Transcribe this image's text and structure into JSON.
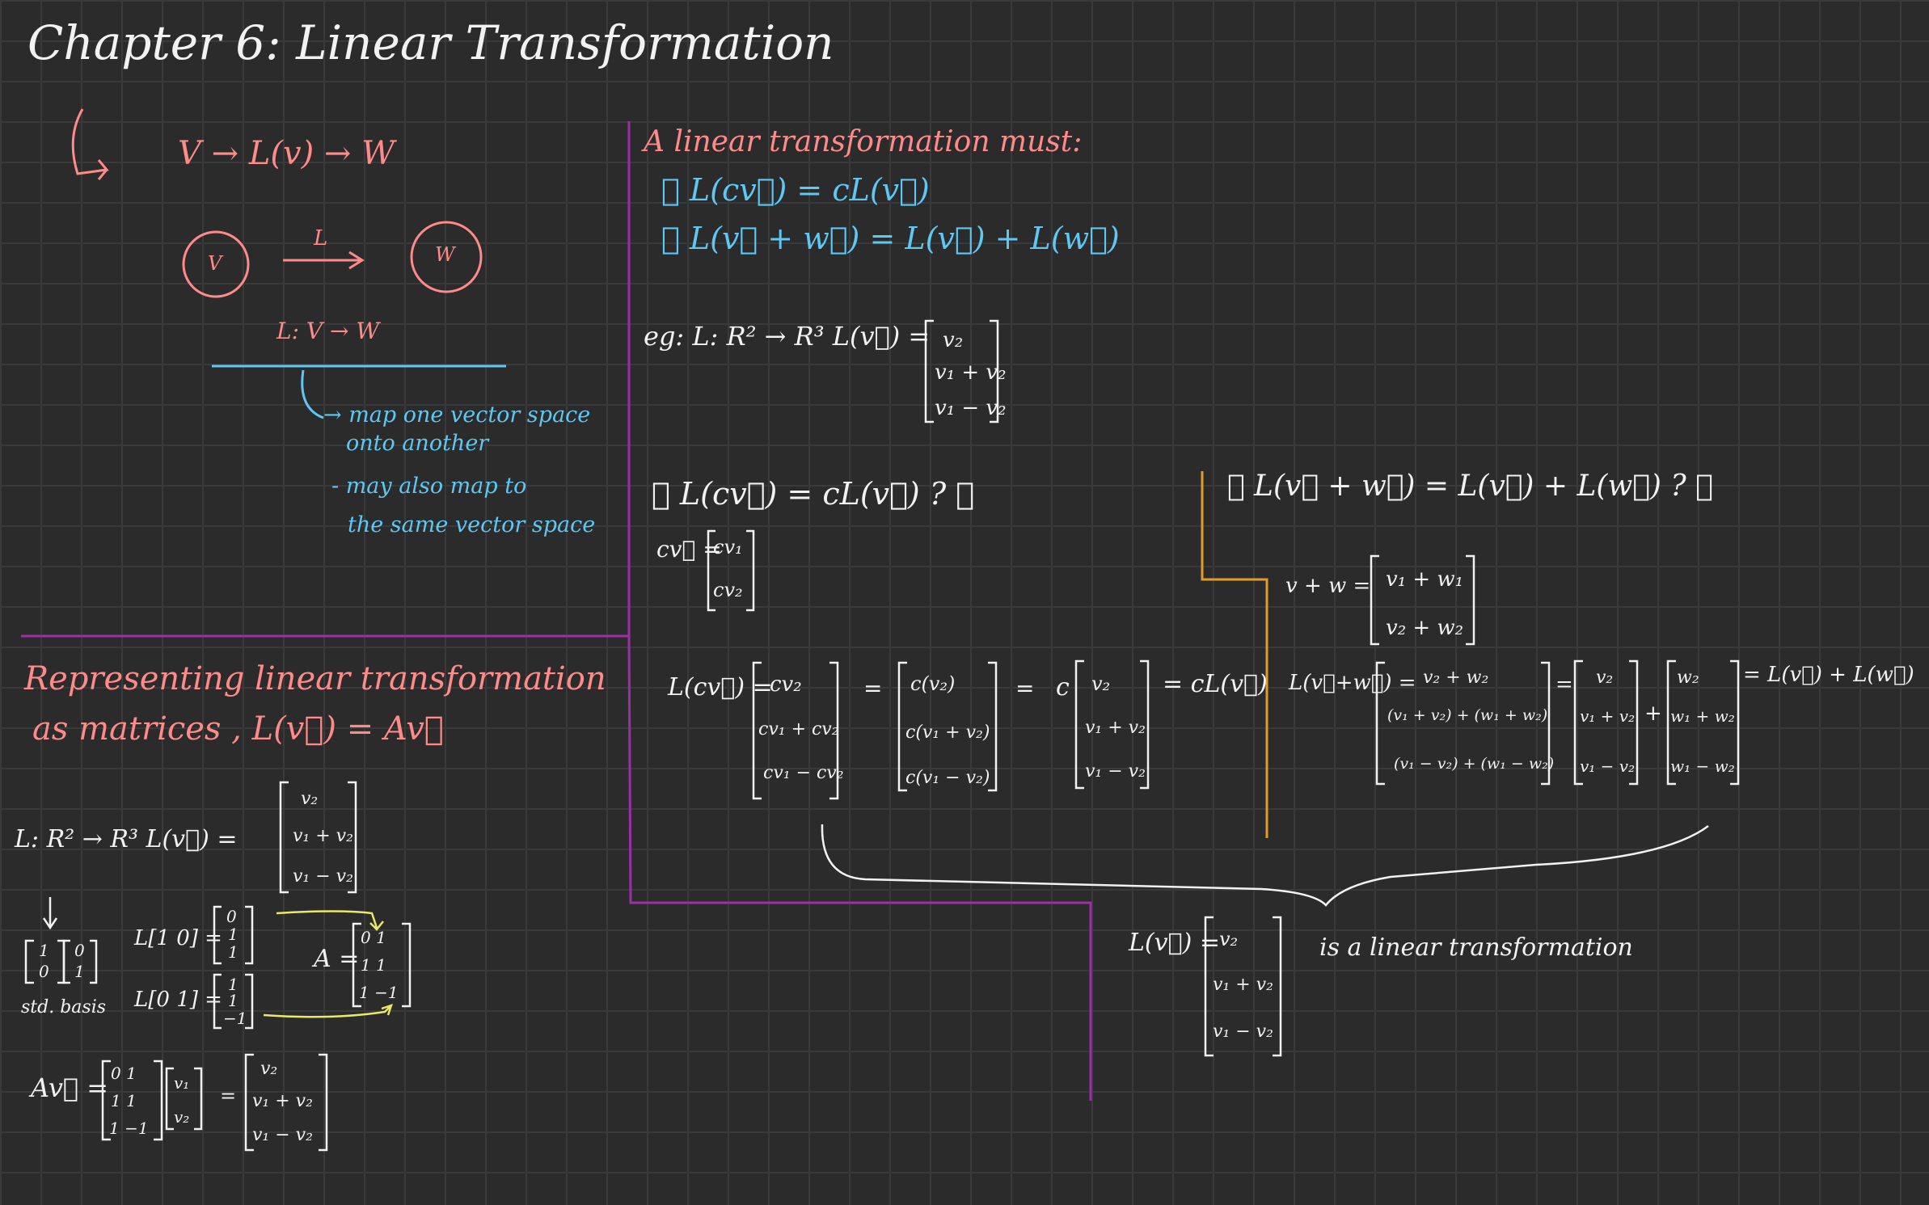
{
  "title": "Chapter 6: Linear Transformation",
  "diagram": {
    "top_map": "V → L(v) → W",
    "v_circle": "V",
    "w_circle": "W",
    "arrow_label": "L",
    "mapping": "L: V → W",
    "note_1": "→ map one vector space",
    "note_1b": "onto another",
    "note_2": "- may also map to",
    "note_2b": "the same vector space"
  },
  "conditions": {
    "heading": "A linear transformation must:",
    "c1": "① L(cv⃗) = cL(v⃗)",
    "c2": "② L(v⃗ + w⃗) = L(v⃗) + L(w⃗)"
  },
  "example": {
    "prefix": "eg:  L: R² → R³   L(v⃗) =",
    "matrix": [
      "v₂",
      "v₁ + v₂",
      "v₁ − v₂"
    ]
  },
  "check1": {
    "heading": "① L(cv⃗) = cL(v⃗) ? ✓",
    "cv_label": "cv⃗ =",
    "cv": [
      "cv₁",
      "cv₂"
    ],
    "l_label": "L(cv⃗) =",
    "m1": [
      "cv₂",
      "cv₁ + cv₂",
      "cv₁ − cv₂"
    ],
    "m2": [
      "c(v₂)",
      "c(v₁ + v₂)",
      "c(v₁ − v₂)"
    ],
    "m3": [
      "v₂",
      "v₁ + v₂",
      "v₁ − v₂"
    ],
    "eq": "=",
    "c": "c",
    "result": "= cL(v⃗)"
  },
  "check2": {
    "heading": "② L(v⃗ + w⃗) = L(v⃗) + L(w⃗) ? ✓",
    "vw_label": "v + w =",
    "vw": [
      "v₁ + w₁",
      "v₂ + w₂"
    ],
    "l_label": "L(v⃗+w⃗) =",
    "m1": [
      "v₂ + w₂",
      "(v₁ + v₂) + (w₁ + w₂)",
      "(v₁ − v₂) + (w₁ − w₂)"
    ],
    "m2": [
      "v₂",
      "v₁ + v₂",
      "v₁ − v₂"
    ],
    "m3": [
      "w₂",
      "w₁ + w₂",
      "w₁ − w₂"
    ],
    "plus": "+",
    "result": "= L(v⃗) + L(w⃗)"
  },
  "conclusion": {
    "label": "L(v⃗) =",
    "matrix": [
      "v₂",
      "v₁ + v₂",
      "v₁ − v₂"
    ],
    "text": "is a linear transformation"
  },
  "matrices_section": {
    "heading_1": "Representing linear transformation",
    "heading_2": "as matrices , L(v⃗) = Av⃗",
    "map": "L: R² → R³   L(v⃗) =",
    "map_matrix": [
      "v₂",
      "v₁ + v₂",
      "v₁ − v₂"
    ],
    "std_basis_label": "std. basis",
    "e1": [
      "1",
      "0"
    ],
    "e2": [
      "0",
      "1"
    ],
    "le1_label": "L[1 0] =",
    "le1": [
      "0",
      "1",
      "1"
    ],
    "le2_label": "L[0 1] =",
    "le2": [
      "1",
      "1",
      "−1"
    ],
    "a_label": "A =",
    "a_rows": [
      "0   1",
      "1   1",
      "1  −1"
    ],
    "av_label": "Av⃗ =",
    "av_a": [
      "0   1",
      "1   1",
      "1  −1"
    ],
    "av_v": [
      "v₁",
      "v₂"
    ],
    "av_eq": "=",
    "av_result": [
      "v₂",
      "v₁ + v₂",
      "v₁ − v₂"
    ]
  }
}
